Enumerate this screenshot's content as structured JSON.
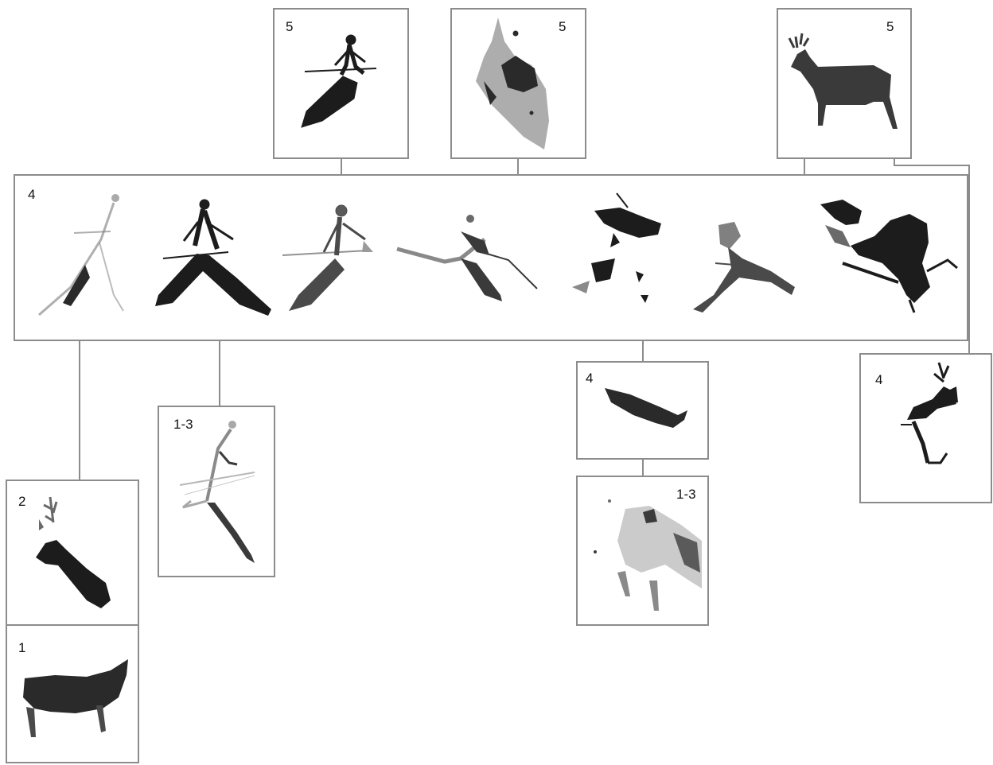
{
  "labels": {
    "top_hunter": "5",
    "top_bird": "5",
    "top_deer": "5",
    "main_panel": "4",
    "stick_figure": "1-3",
    "fish": "4",
    "animal_bottom_right": "1-3",
    "right_figure": "4",
    "deer_head": "2",
    "bovid": "1"
  },
  "colors": {
    "frame": "#8c8c8c",
    "pigment_dark": "#1c1c1c",
    "pigment_mid": "#5a5a5a",
    "pigment_light": "#a8a8a8"
  }
}
